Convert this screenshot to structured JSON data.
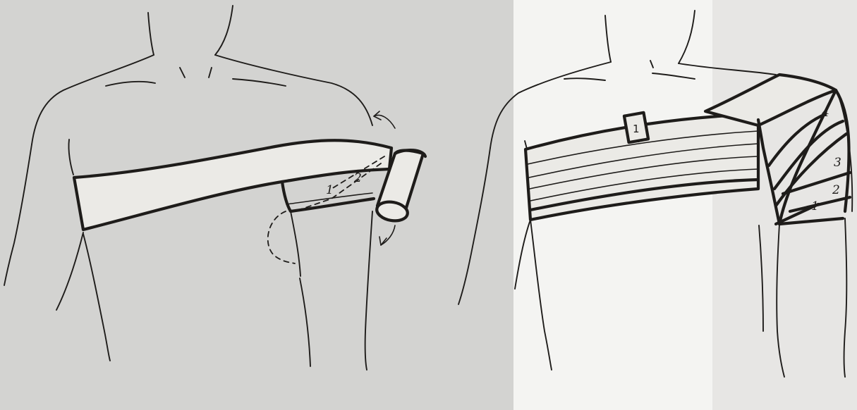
{
  "left_panel": {
    "labels": [
      "1",
      "2"
    ]
  },
  "right_panel": {
    "strap_label": "1",
    "labels": [
      "1",
      "2",
      "3",
      "4"
    ]
  },
  "colors": {
    "paper_left": "#d3d3d1",
    "paper_right": "#f4f4f2",
    "ink": "#1e1c1a"
  }
}
